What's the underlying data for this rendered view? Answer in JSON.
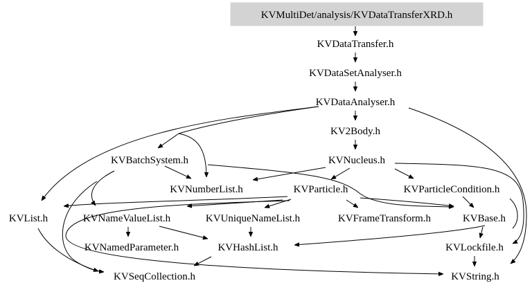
{
  "graph": {
    "root_fill": "#d3d3d3",
    "nodes": {
      "root": "KVMultiDet/analysis/KVDataTransferXRD.h",
      "data_transfer": "KVDataTransfer.h",
      "data_set_analyser": "KVDataSetAnalyser.h",
      "data_analyser": "KVDataAnalyser.h",
      "two_body": "KV2Body.h",
      "batch_system": "KVBatchSystem.h",
      "nucleus": "KVNucleus.h",
      "number_list": "KVNumberList.h",
      "particle": "KVParticle.h",
      "particle_condition": "KVParticleCondition.h",
      "list": "KVList.h",
      "name_value_list": "KVNameValueList.h",
      "unique_name_list": "KVUniqueNameList.h",
      "frame_transform": "KVFrameTransform.h",
      "base": "KVBase.h",
      "named_parameter": "KVNamedParameter.h",
      "hash_list": "KVHashList.h",
      "lockfile": "KVLockfile.h",
      "seq_collection": "KVSeqCollection.h",
      "string": "KVString.h"
    }
  }
}
